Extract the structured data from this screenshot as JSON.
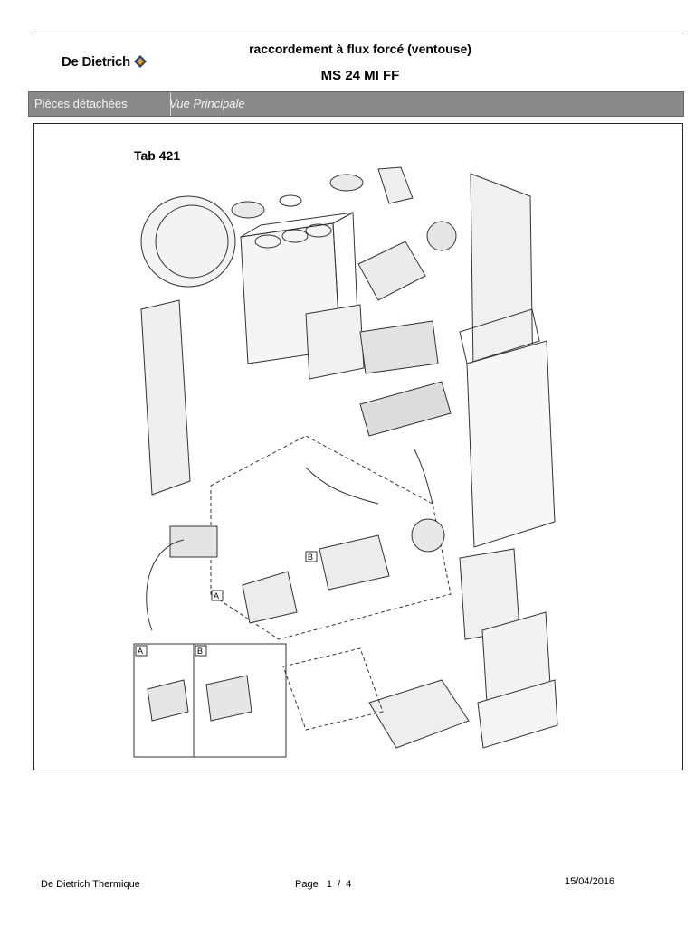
{
  "header": {
    "brand": "De Dietrich",
    "title": "raccordement à flux forcé (ventouse)",
    "model": "MS 24 MI FF"
  },
  "nav_bar": {
    "section": "Pièces détachées",
    "view": "Vue Principale"
  },
  "diagram": {
    "tab_label": "Tab 421",
    "detail_labels": [
      "A",
      "B"
    ]
  },
  "footer": {
    "company": "De Dietrich Thermique",
    "page_text": "Page   1  /  4",
    "date": "15/04/2016"
  },
  "colors": {
    "bar_background": "#8a8a8a",
    "bar_text": "#f4f4f4",
    "logo_accent": "#e8a000"
  }
}
